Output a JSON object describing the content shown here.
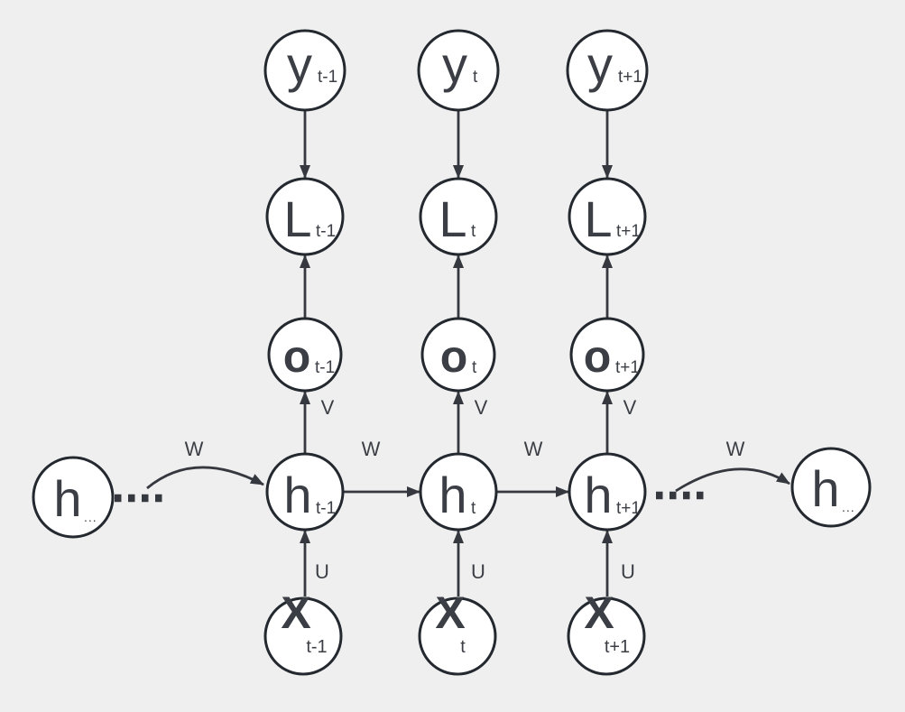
{
  "diagram": {
    "type": "rnn-unrolled-computation-graph"
  },
  "colors": {
    "background": "#efefef",
    "node_fill": "#ffffff",
    "node_stroke": "#24282f",
    "edge": "#35393f",
    "text": "#3b3f45"
  },
  "nodes": {
    "y_tm1": {
      "label": "y",
      "sub": "t-1"
    },
    "y_t": {
      "label": "y",
      "sub": "t"
    },
    "y_tp1": {
      "label": "y",
      "sub": "t+1"
    },
    "l_tm1": {
      "label": "L",
      "sub": "t-1"
    },
    "l_t": {
      "label": "L",
      "sub": "t"
    },
    "l_tp1": {
      "label": "L",
      "sub": "t+1"
    },
    "o_tm1": {
      "label": "o",
      "sub": "t-1"
    },
    "o_t": {
      "label": "o",
      "sub": "t"
    },
    "o_tp1": {
      "label": "o",
      "sub": "t+1"
    },
    "h_left": {
      "label": "h",
      "sub": "..."
    },
    "h_tm1": {
      "label": "h",
      "sub": "t-1"
    },
    "h_t": {
      "label": "h",
      "sub": "t"
    },
    "h_tp1": {
      "label": "h",
      "sub": "t+1"
    },
    "h_right": {
      "label": "h",
      "sub": "..."
    },
    "x_tm1": {
      "label": "X",
      "sub": "t-1"
    },
    "x_t": {
      "label": "X",
      "sub": "t"
    },
    "x_tp1": {
      "label": "X",
      "sub": "t+1"
    }
  },
  "edge_labels": {
    "input_weight": "U",
    "recurrent_weight": "W",
    "output_weight": "V"
  }
}
